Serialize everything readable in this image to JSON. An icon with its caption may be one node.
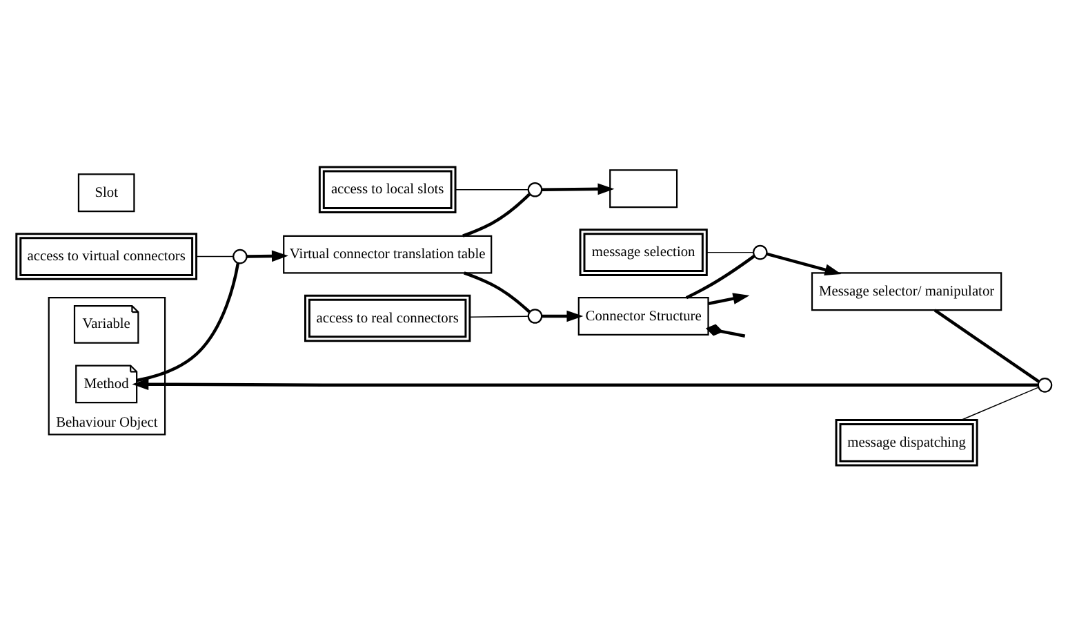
{
  "diagram": {
    "nodes": [
      {
        "text": [
          "Behaviour Object"
        ]
      },
      {
        "text": [
          "Variable"
        ],
        "in": 0
      },
      {
        "text": [
          "Method"
        ],
        "in": 0
      },
      {
        "text": [
          "Slot"
        ]
      },
      {
        "text": [],
        "shape": "box"
      },
      {
        "text": [
          "Virtual connector translation table"
        ]
      },
      {
        "text": [
          "Connector Structure"
        ]
      },
      {
        "text": [
          "Message selector/ manipulator"
        ]
      },
      {
        "text": [
          "access to virtual connectors"
        ]
      },
      {
        "text": [
          "access to real connectors"
        ]
      },
      {
        "text": [
          "access to local slots"
        ]
      },
      {
        "text": [
          "message dispatching"
        ]
      },
      {
        "text": [
          "message selection"
        ]
      },
      {
        "text": [],
        "shape": "circle"
      },
      {
        "text": [],
        "shape": "circle"
      },
      {
        "text": [],
        "shape": "circle"
      },
      {
        "text": [],
        "shape": "circle"
      },
      {
        "text": [],
        "shape": "circle"
      }
    ],
    "edges": [
      {
        "from": 2,
        "to": 13,
        "arrow": "none"
      },
      {
        "from": 13,
        "to": 5,
        "arrow": "to"
      },
      {
        "from": 8,
        "to": 13,
        "arrow": "none"
      },
      {
        "from": 5,
        "to": 14,
        "arrow": "none"
      },
      {
        "from": 14,
        "to": 4,
        "arrow": "to"
      },
      {
        "from": 10,
        "to": 14,
        "arrow": "none"
      },
      {
        "from": 5,
        "to": 15,
        "arrow": "none"
      },
      {
        "from": 15,
        "to": 6,
        "arrow": "to"
      },
      {
        "from": 9,
        "to": 15,
        "arrow": "none"
      },
      {
        "from": 6,
        "to": 16,
        "arrow": "none"
      },
      {
        "from": 16,
        "to": 7,
        "arrow": "to"
      },
      {
        "from": 12,
        "to": 16,
        "arrow": "none"
      },
      {
        "from": 7,
        "to": 17,
        "arrow": "none"
      },
      {
        "from": 17,
        "to": 2,
        "arrow": "to"
      },
      {
        "from": 11,
        "to": 17,
        "arrow": "none"
      },
      {
        "from": 6,
        "to": null,
        "arrow": "to"
      },
      {
        "from": 6,
        "to": null,
        "arrow": "other"
      }
    ]
  }
}
